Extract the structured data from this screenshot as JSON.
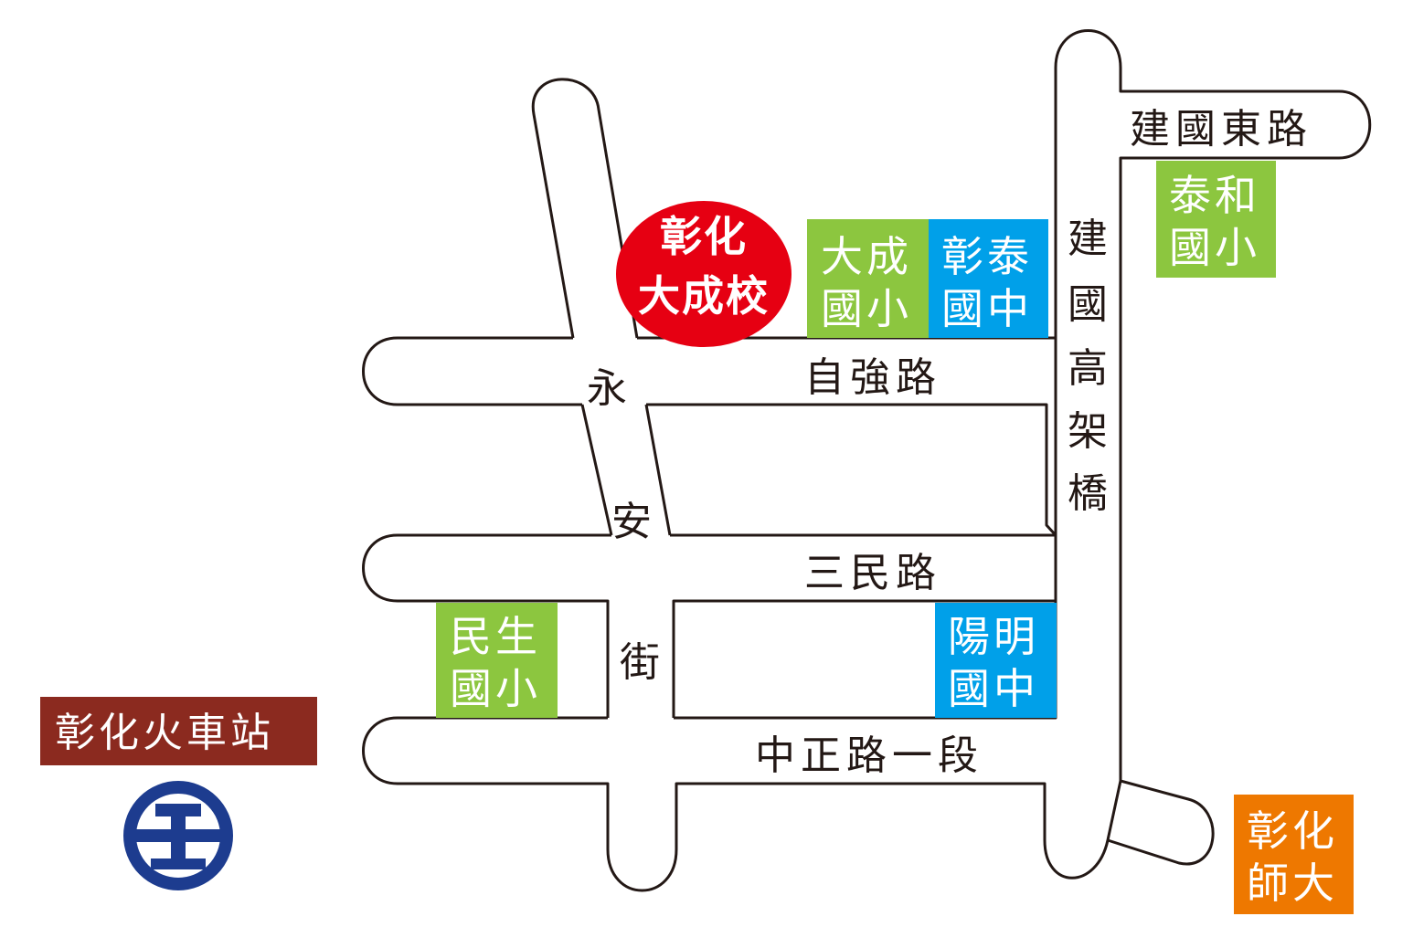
{
  "colors": {
    "road_outline": "#231815",
    "green": "#8cc63f",
    "blue": "#00a0e9",
    "red": "#e60012",
    "brown": "#8b2a1f",
    "orange": "#ee7800",
    "rail_blue": "#1d3c8f"
  },
  "school": {
    "line1": "彰化",
    "line2": "大成校"
  },
  "roads": {
    "jianguo_east": "建國東路",
    "ziqiang": "自強路",
    "sanmin": "三民路",
    "zhongzheng": "中正路一段",
    "yongan_1": "永",
    "yongan_2": "安",
    "yongan_3": "街",
    "viaduct": [
      "建",
      "國",
      "高",
      "架",
      "橋"
    ]
  },
  "landmarks": {
    "dacheng_elem": {
      "line1": "大成",
      "line2": "國小"
    },
    "zhangtai_junior": {
      "line1": "彰泰",
      "line2": "國中"
    },
    "taihe_elem": {
      "line1": "泰和",
      "line2": "國小"
    },
    "minsheng_elem": {
      "line1": "民生",
      "line2": "國小"
    },
    "yangming_junior": {
      "line1": "陽明",
      "line2": "國中"
    },
    "ncue": {
      "line1": "彰化",
      "line2": "師大"
    },
    "station": "彰化火車站"
  },
  "icons": {
    "railway": "taiwan-railway-logo-icon"
  }
}
